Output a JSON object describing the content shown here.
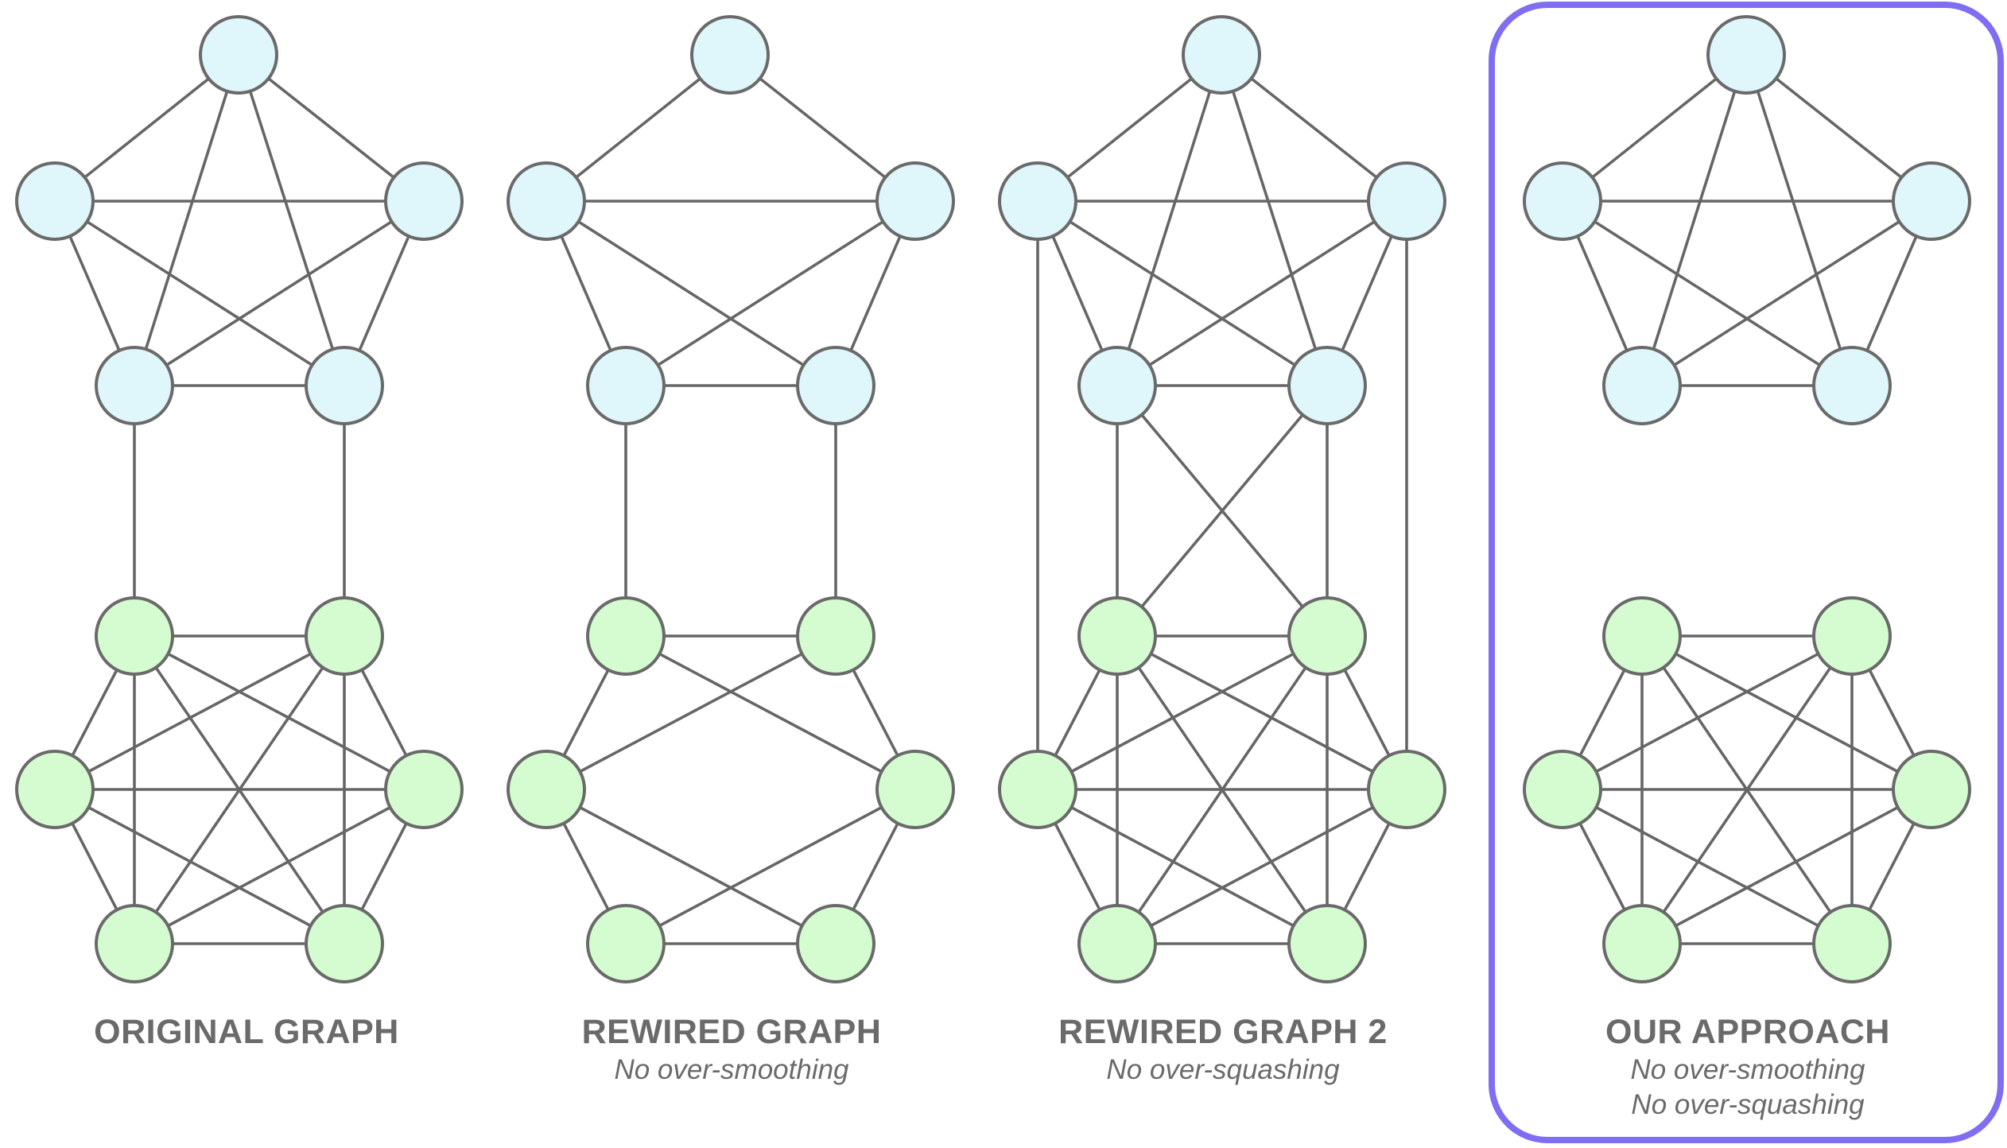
{
  "colors": {
    "top_node_fill": "#dff6fb",
    "bottom_node_fill": "#d5fcd0",
    "node_stroke": "#6a6a6a",
    "edge_stroke": "#666666",
    "highlight_border": "#7f6df2",
    "caption_text": "#6a6a6a"
  },
  "panels": [
    {
      "id": "original",
      "title": "ORIGINAL GRAPH",
      "subtitles": [],
      "highlighted": false,
      "edges": [
        [
          0,
          1
        ],
        [
          0,
          2
        ],
        [
          0,
          3
        ],
        [
          0,
          4
        ],
        [
          1,
          2
        ],
        [
          1,
          3
        ],
        [
          1,
          4
        ],
        [
          2,
          3
        ],
        [
          2,
          4
        ],
        [
          3,
          4
        ],
        [
          3,
          5
        ],
        [
          4,
          6
        ],
        [
          5,
          6
        ],
        [
          5,
          7
        ],
        [
          5,
          8
        ],
        [
          5,
          9
        ],
        [
          5,
          10
        ],
        [
          6,
          7
        ],
        [
          6,
          8
        ],
        [
          6,
          9
        ],
        [
          6,
          10
        ],
        [
          7,
          8
        ],
        [
          7,
          9
        ],
        [
          7,
          10
        ],
        [
          8,
          9
        ],
        [
          8,
          10
        ],
        [
          9,
          10
        ]
      ]
    },
    {
      "id": "rewired",
      "title": "REWIRED GRAPH",
      "subtitles": [
        "No over-smoothing"
      ],
      "highlighted": false,
      "edges": [
        [
          0,
          1
        ],
        [
          0,
          2
        ],
        [
          1,
          2
        ],
        [
          1,
          3
        ],
        [
          1,
          4
        ],
        [
          2,
          3
        ],
        [
          2,
          4
        ],
        [
          3,
          4
        ],
        [
          3,
          5
        ],
        [
          4,
          6
        ],
        [
          5,
          6
        ],
        [
          5,
          7
        ],
        [
          5,
          8
        ],
        [
          6,
          7
        ],
        [
          6,
          8
        ],
        [
          7,
          9
        ],
        [
          7,
          10
        ],
        [
          8,
          9
        ],
        [
          8,
          10
        ],
        [
          9,
          10
        ]
      ]
    },
    {
      "id": "rewired2",
      "title": "REWIRED GRAPH 2",
      "subtitles": [
        "No over-squashing"
      ],
      "highlighted": false,
      "edges": [
        [
          0,
          1
        ],
        [
          0,
          2
        ],
        [
          0,
          3
        ],
        [
          0,
          4
        ],
        [
          1,
          2
        ],
        [
          1,
          3
        ],
        [
          1,
          4
        ],
        [
          2,
          3
        ],
        [
          2,
          4
        ],
        [
          3,
          4
        ],
        [
          3,
          5
        ],
        [
          3,
          6
        ],
        [
          4,
          5
        ],
        [
          4,
          6
        ],
        [
          1,
          7
        ],
        [
          2,
          8
        ],
        [
          5,
          6
        ],
        [
          5,
          7
        ],
        [
          5,
          8
        ],
        [
          5,
          9
        ],
        [
          5,
          10
        ],
        [
          6,
          7
        ],
        [
          6,
          8
        ],
        [
          6,
          9
        ],
        [
          6,
          10
        ],
        [
          7,
          8
        ],
        [
          7,
          9
        ],
        [
          7,
          10
        ],
        [
          8,
          9
        ],
        [
          8,
          10
        ],
        [
          9,
          10
        ]
      ]
    },
    {
      "id": "ours",
      "title": "OUR APPROACH",
      "subtitles": [
        "No over-smoothing",
        "No over-squashing"
      ],
      "highlighted": true,
      "edges": [
        [
          0,
          1
        ],
        [
          0,
          2
        ],
        [
          0,
          3
        ],
        [
          0,
          4
        ],
        [
          1,
          2
        ],
        [
          1,
          3
        ],
        [
          1,
          4
        ],
        [
          2,
          3
        ],
        [
          2,
          4
        ],
        [
          3,
          4
        ],
        [
          5,
          6
        ],
        [
          5,
          7
        ],
        [
          5,
          8
        ],
        [
          5,
          9
        ],
        [
          5,
          10
        ],
        [
          6,
          7
        ],
        [
          6,
          8
        ],
        [
          6,
          9
        ],
        [
          6,
          10
        ],
        [
          7,
          8
        ],
        [
          7,
          9
        ],
        [
          7,
          10
        ],
        [
          8,
          9
        ],
        [
          8,
          10
        ],
        [
          9,
          10
        ]
      ]
    }
  ]
}
